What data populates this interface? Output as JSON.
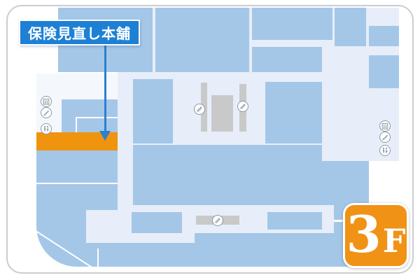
{
  "map_label": {
    "store_name": "保険見直し本舗"
  },
  "floor_badge": {
    "number": "3",
    "suffix": "F"
  },
  "highlighted_store": {
    "name": "保険見直し本舗",
    "highlight_color": "#f0930f"
  },
  "facility_icons": {
    "west_wing": [
      "elevator-icon",
      "stairs-icon",
      "restroom-icon"
    ],
    "east_wing": [
      "elevator-icon",
      "stairs-icon",
      "restroom-icon"
    ],
    "escalators": [
      "escalator-icon",
      "escalator-icon",
      "escalator-icon"
    ]
  },
  "colors": {
    "callout_blue": "#1e80d5",
    "arrow_blue": "#2b80cf",
    "highlight_orange": "#f0930f",
    "badge_orange": "#ef9215",
    "store_block_blue": "#a4c7e8",
    "corridor_light": "#e7eef9",
    "facility_gray": "#c9c9c9"
  }
}
